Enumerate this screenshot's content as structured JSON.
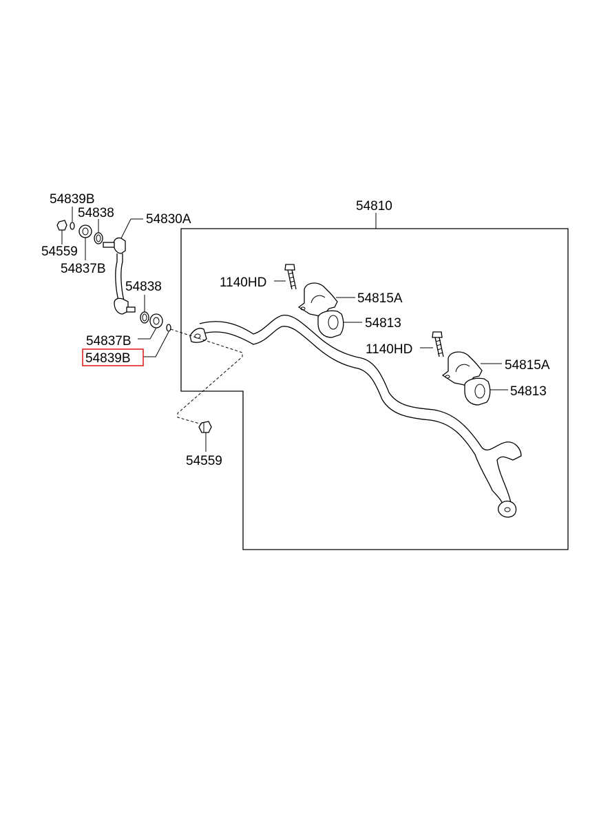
{
  "diagram": {
    "highlight_color": "#e02020",
    "labels": {
      "p54810": "54810",
      "p54839B_top": "54839B",
      "p54838_top": "54838",
      "p54830A": "54830A",
      "p54559_left": "54559",
      "p54837B_top": "54837B",
      "p54838_mid": "54838",
      "p54837B_mid": "54837B",
      "p54839B_highlighted": "54839B",
      "p54559_bottom": "54559",
      "p1140HD_1": "1140HD",
      "p54815A_1": "54815A",
      "p54813_1": "54813",
      "p1140HD_2": "1140HD",
      "p54815A_2": "54815A",
      "p54813_2": "54813"
    }
  }
}
